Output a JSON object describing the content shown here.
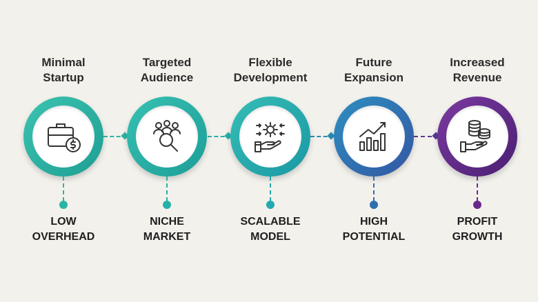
{
  "steps": [
    {
      "title_line1": "Minimal",
      "title_line2": "Startup",
      "label_line1": "LOW",
      "label_line2": "OVERHEAD",
      "color": "#2bb5a5",
      "icon": "briefcase-dollar-icon"
    },
    {
      "title_line1": "Targeted",
      "title_line2": "Audience",
      "label_line1": "NICHE",
      "label_line2": "MARKET",
      "color": "#26b0a8",
      "icon": "audience-search-icon"
    },
    {
      "title_line1": "Flexible",
      "title_line2": "Development",
      "label_line1": "SCALABLE",
      "label_line2": "MODEL",
      "color": "#24aab0",
      "icon": "gear-hand-icon"
    },
    {
      "title_line1": "Future",
      "title_line2": "Expansion",
      "label_line1": "HIGH",
      "label_line2": "POTENTIAL",
      "color": "#2f6fb0",
      "icon": "growth-chart-icon"
    },
    {
      "title_line1": "Increased",
      "title_line2": "Revenue",
      "label_line1": "PROFIT",
      "label_line2": "GROWTH",
      "color": "#6a2a8c",
      "icon": "coins-hand-icon"
    }
  ],
  "colors": {
    "background": "#f3f1ec",
    "teal": "#2bb5a5",
    "blue": "#2f6fb0",
    "purple": "#6a2a8c",
    "icon_stroke": "#333333"
  }
}
